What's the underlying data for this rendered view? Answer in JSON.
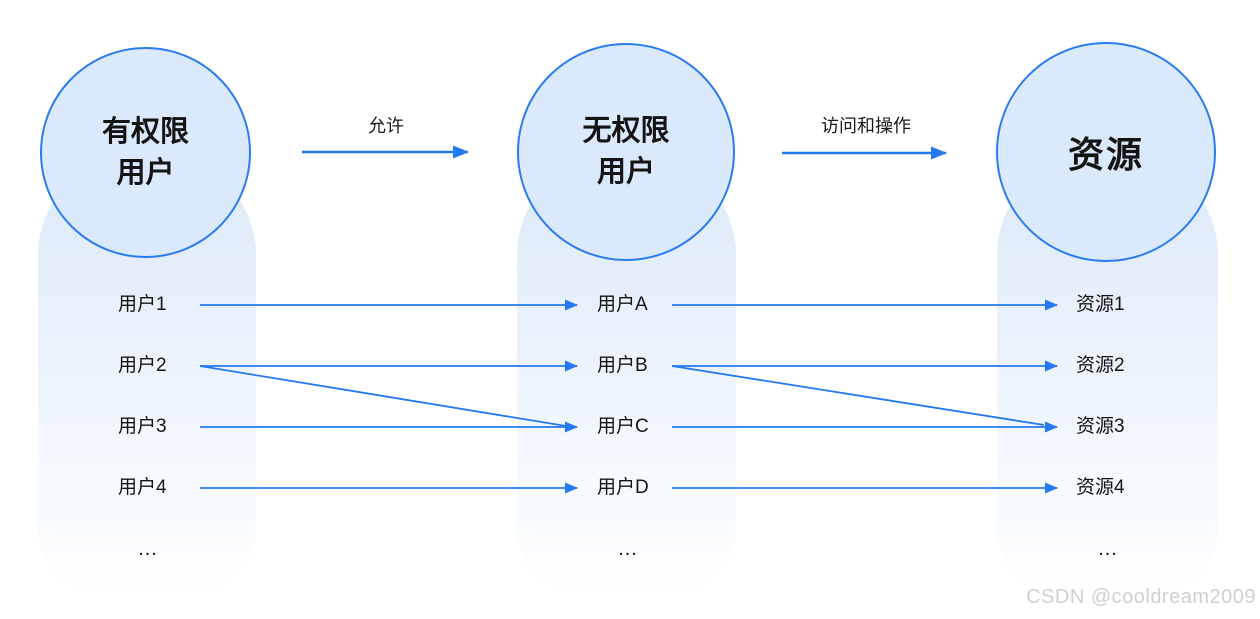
{
  "diagram": {
    "groups": [
      {
        "name": "authorized-users",
        "circle_lines": [
          "有权限",
          "用户"
        ],
        "items": [
          "用户1",
          "用户2",
          "用户3",
          "用户4"
        ],
        "more": "..."
      },
      {
        "name": "unauthorized-users",
        "circle_lines": [
          "无权限",
          "用户"
        ],
        "items": [
          "用户A",
          "用户B",
          "用户C",
          "用户D"
        ],
        "more": "..."
      },
      {
        "name": "resources",
        "circle_lines": [
          "资源"
        ],
        "items": [
          "资源1",
          "资源2",
          "资源3",
          "资源4"
        ],
        "more": "..."
      }
    ],
    "flow_arrows": [
      {
        "from": "有权限用户",
        "to": "无权限用户",
        "label": "允许"
      },
      {
        "from": "无权限用户",
        "to": "资源",
        "label": "访问和操作"
      }
    ],
    "mappings": [
      {
        "from": "用户1",
        "to": "用户A"
      },
      {
        "from": "用户2",
        "to": "用户B"
      },
      {
        "from": "用户2",
        "to": "用户C"
      },
      {
        "from": "用户3",
        "to": "用户C"
      },
      {
        "from": "用户4",
        "to": "用户D"
      },
      {
        "from": "用户A",
        "to": "资源1"
      },
      {
        "from": "用户B",
        "to": "资源2"
      },
      {
        "from": "用户B",
        "to": "资源3"
      },
      {
        "from": "用户C",
        "to": "资源3"
      },
      {
        "from": "用户D",
        "to": "资源4"
      }
    ]
  },
  "colors": {
    "accent_blue": "#2478f0",
    "circle_fill": "#dbe9fc",
    "circle_border": "#2b7cf0",
    "column_gradient_top": "#dce9fa",
    "column_gradient_bottom": "#fdfeff",
    "text": "#141414",
    "watermark": "#cfcfcf"
  },
  "watermark": "CSDN @cooldream2009"
}
